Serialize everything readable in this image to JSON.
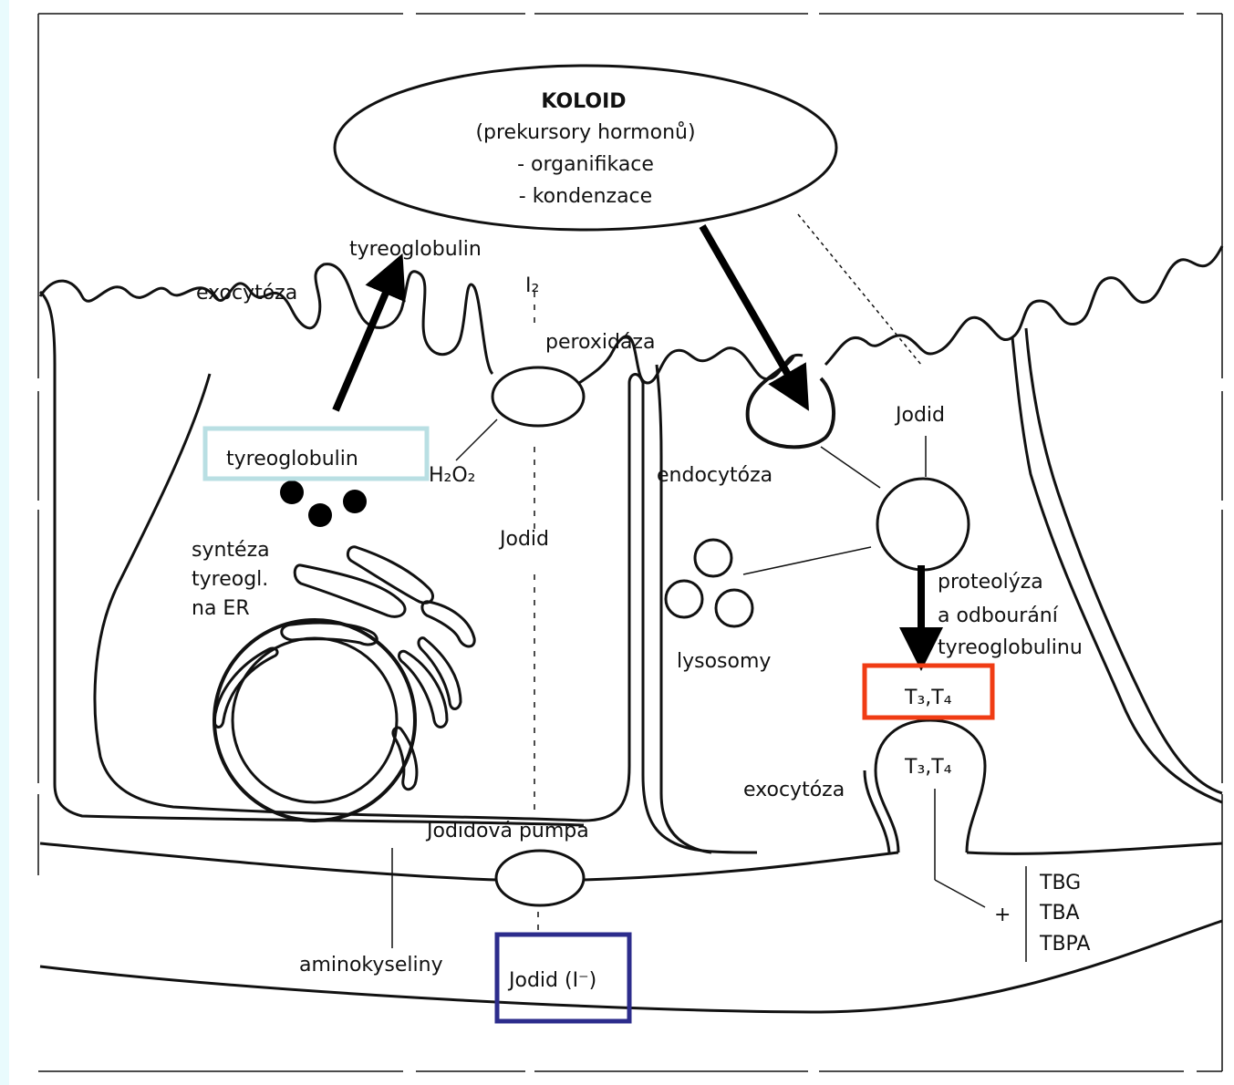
{
  "colloid": {
    "title": "KOLOID",
    "line1": "(prekursory hormonů)",
    "line2": "- organifikace",
    "line3": "- kondenzace"
  },
  "labels": {
    "tyreoglobulin_top": "tyreoglobulin",
    "exocytoza_top": "exocytóza",
    "i2": "I₂",
    "peroxidaza": "peroxidáza",
    "tyreoglobulin_box": "tyreoglobulin",
    "h2o2": "H₂O₂",
    "synteza_1": "syntéza",
    "synteza_2": "tyreogl.",
    "synteza_3": "na ER",
    "jodid_mid": "Jodid",
    "endocytoza": "endocytóza",
    "jodid_right": "Jodid",
    "lysosomy": "lysosomy",
    "proteolyza_1": "proteolýza",
    "proteolyza_2": "a odbourání",
    "proteolyza_3": "tyreoglobulinu",
    "t3t4_box": "T₃,T₄",
    "t3t4_vesicle": "T₃,T₄",
    "exocytoza_bottom": "exocytóza",
    "jodidova_pumpa": "Jodidová pumpa",
    "aminokyseliny": "aminokyseliny",
    "jodid_box": "Jodid (I⁻)",
    "plus": "+",
    "tbg": "TBG",
    "tba": "TBA",
    "tbpa": "TBPA"
  },
  "colors": {
    "tyreoglobulin_box": "#b9dfe3",
    "t3t4_box": "#f03c14",
    "jodid_box": "#2c2c8c"
  }
}
